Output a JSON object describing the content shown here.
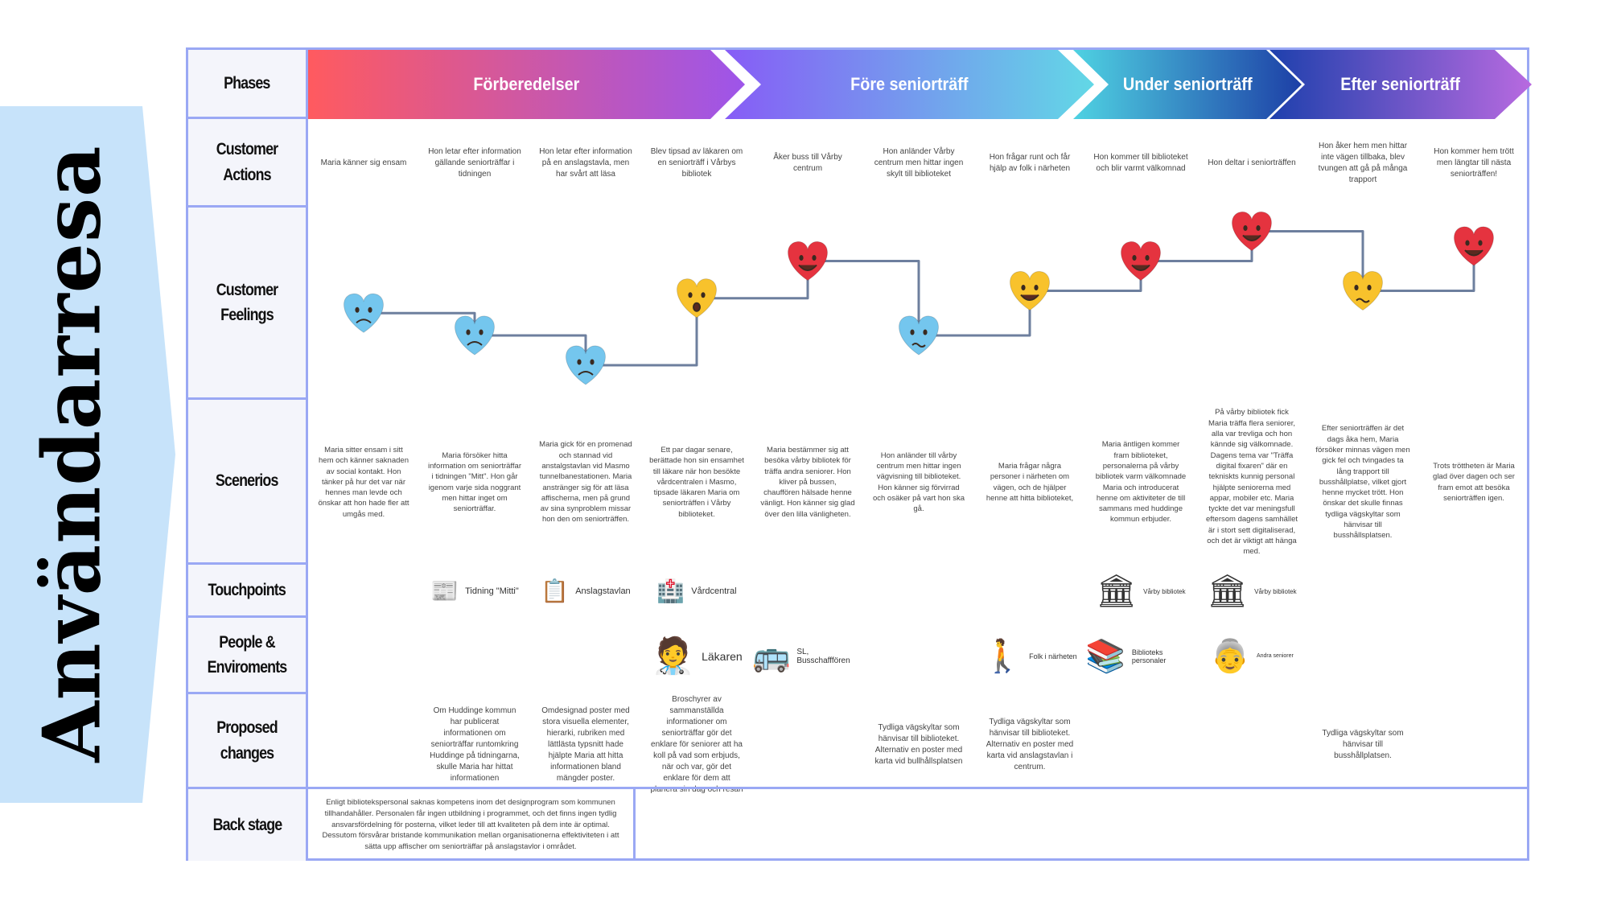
{
  "title": "Användarresa",
  "labels": {
    "phases": "Phases",
    "actions": "Customer Actions",
    "feelings": "Customer Feelings",
    "scenarios": "Scenerios",
    "touchpoints": "Touchpoints",
    "people": "People & Enviroments",
    "proposed": "Proposed changes",
    "backstage": "Back stage"
  },
  "phases": [
    {
      "label": "Förberedelser",
      "from": "#ff5a5f",
      "to": "#9d55ea"
    },
    {
      "label": "Före seniorträff",
      "from": "#875cf6",
      "to": "#62d8e6"
    },
    {
      "label": "Under seniorträff",
      "from": "#4fd2e2",
      "to": "#1d3fa6"
    },
    {
      "label": "Efter seniorträff",
      "from": "#1e40ad",
      "to": "#b86ae0"
    }
  ],
  "actions": [
    "Maria känner sig ensam",
    "Hon letar efter information gällande seniorträffar i tidningen",
    "Hon letar efter information på en anslagstavla, men har svårt att läsa",
    "Blev tipsad av läkaren om en seniorträff i Vårbys bibliotek",
    "Åker buss till Vårby centrum",
    "Hon anländer Vårby centrum men hittar ingen skylt till biblioteket",
    "Hon frågar runt och får hjälp av folk i närheten",
    "Hon kommer till biblioteket och blir varmt välkomnad",
    "Hon deltar i seniorträffen",
    "Hon åker hem men hittar inte vägen tillbaka, blev tvungen att gå på många trapport",
    "Hon kommer hem trött men längtar till nästa seniorträffen!"
  ],
  "feelings": [
    {
      "mood": "sad",
      "color": "#74c6ee",
      "score": 4.5
    },
    {
      "mood": "crying",
      "color": "#74c6ee",
      "score": 3
    },
    {
      "mood": "sad",
      "color": "#74c6ee",
      "score": 1
    },
    {
      "mood": "surprised",
      "color": "#f8c22c",
      "score": 5.5
    },
    {
      "mood": "happy",
      "color": "#e5333f",
      "score": 8
    },
    {
      "mood": "worried",
      "color": "#74c6ee",
      "score": 3
    },
    {
      "mood": "happy",
      "color": "#f8c22c",
      "score": 6
    },
    {
      "mood": "happy",
      "color": "#e5333f",
      "score": 8
    },
    {
      "mood": "happy",
      "color": "#e5333f",
      "score": 10
    },
    {
      "mood": "worried",
      "color": "#f8c22c",
      "score": 6
    },
    {
      "mood": "happy",
      "color": "#e5333f",
      "score": 9
    }
  ],
  "line_color": "#6d7f9e",
  "scenarios": [
    "Maria sitter ensam i sitt hem och känner saknaden av social kontakt. Hon tänker på hur det var när hennes man levde och önskar att hon hade fler att umgås med.",
    "Maria försöker hitta information om seniorträffar i tidningen \"Mitt\". Hon går igenom varje sida noggrant men hittar inget om seniorträffar.",
    "Maria gick för en promenad och stannad vid anstalgstavlan vid Masmo tunnelbanestationen. Maria anstränger sig för att läsa affischerna, men på grund av sina synproblem missar hon den om seniorträffen.",
    "Ett par dagar senare, berättade hon sin ensamhet till läkare när hon besökte vårdcentralen i Masmo, tipsade läkaren Maria om seniorträffen i Vårby biblioteket.",
    "Maria bestämmer sig att besöka vårby bibliotek för träffa andra seniorer. Hon kliver på bussen, chauffören hälsade henne vänligt. Hon känner sig glad över den lilla vänligheten.",
    "Hon anländer till vårby centrum men hittar ingen vägvisning till biblioteket. Hon känner sig förvirrad och osäker på vart hon ska gå.",
    "Maria frågar några personer i närheten om vägen, och de hjälper henne att hitta biblioteket,",
    "Maria äntligen kommer fram biblioteket, personalerna på vårby bibliotek varm välkomnade Maria och introducerat henne om aktiviteter de till sammans med huddinge kommun erbjuder.",
    "På vårby bibliotek fick Maria träffa flera seniorer, alla var trevliga och hon kännde sig välkomnade. Dagens tema var \"Träffa digital fixaren\" där en tekniskts kunnig personal hjälpte seniorerna med appar, mobiler etc. Maria tyckte det var meningsfull eftersom dagens samhället är i stort sett digitaliserad, och det är viktigt att hänga med.",
    "Efter seniorträffen är det dags åka hem, Maria försöker minnas vägen men gick fel och tvingades ta lång trapport till busshållplatse, vilket gjort henne mycket trött. Hon önskar det skulle finnas tydliga vägskyltar som hänvisar till busshållsplatsen.",
    "Trots tröttheten är Maria glad över dagen och ser fram emot att besöka seniorträffen igen."
  ],
  "touchpoints": [
    {
      "label": "Tidning \"Mitti\"",
      "icon": "newspaper-icon",
      "glyph": "📰"
    },
    {
      "label": "Anslagstavlan",
      "icon": "notice-board-icon",
      "glyph": "📋"
    },
    {
      "label": "Vårdcentral",
      "icon": "hospital-icon",
      "glyph": "🏥"
    },
    {
      "label": "Vårby bibliotek",
      "icon": "library-icon",
      "glyph": "🏛"
    },
    {
      "label": "Vårby bibliotek",
      "icon": "library-icon",
      "glyph": "🏛"
    }
  ],
  "people": [
    {
      "label": "Läkaren",
      "icon": "doctor-icon",
      "glyph": "🧑‍⚕️"
    },
    {
      "label": "SL, Busschafffören",
      "icon": "bus-icon",
      "glyph": "🚌"
    },
    {
      "label": "Folk i närheten",
      "icon": "people-icon",
      "glyph": "🚶"
    },
    {
      "label": "Biblioteks personaler",
      "icon": "librarians-icon",
      "glyph": "📚"
    },
    {
      "label": "Andra seniorer",
      "icon": "seniors-icon",
      "glyph": "👵"
    }
  ],
  "proposed": [
    "Om Huddinge kommun har publicerat informationen om seniorträffar runtomkring Huddinge på tidningarna, skulle Maria har hittat informationen",
    "Omdesignad poster med stora visuella elementer, hierarki, rubriken med lättlästa typsnitt hade hjälpte Maria att hitta informationen bland mängder poster.",
    "Broschyrer av sammanställda informationer om seniorträffar gör det enklare för seniorer att ha koll på vad som erbjuds, när och var, gör det enklare för dem att planera sin dag och resan",
    "Tydliga vägskyltar som hänvisar till biblioteket. Alternativ en poster med karta vid bullhållsplatsen",
    "Tydliga vägskyltar som hänvisar till biblioteket. Alternativ en poster med karta vid anslagstavlan i centrum.",
    "Tydliga vägskyltar som hänvisar till busshållplatsen."
  ],
  "backstage": "Enligt bibliotekspersonal saknas kompetens inom det designprogram som kommunen tillhandahåller. Personalen får ingen utbildning i programmet, och det finns ingen tydlig ansvarsfördelning för posterna, vilket leder till att kvaliteten på dem inte är optimal. Dessutom försvårar bristande kommunikation mellan organisationerna effektiviteten i att sätta upp affischer om seniorträffar på anslagstavlor i området."
}
